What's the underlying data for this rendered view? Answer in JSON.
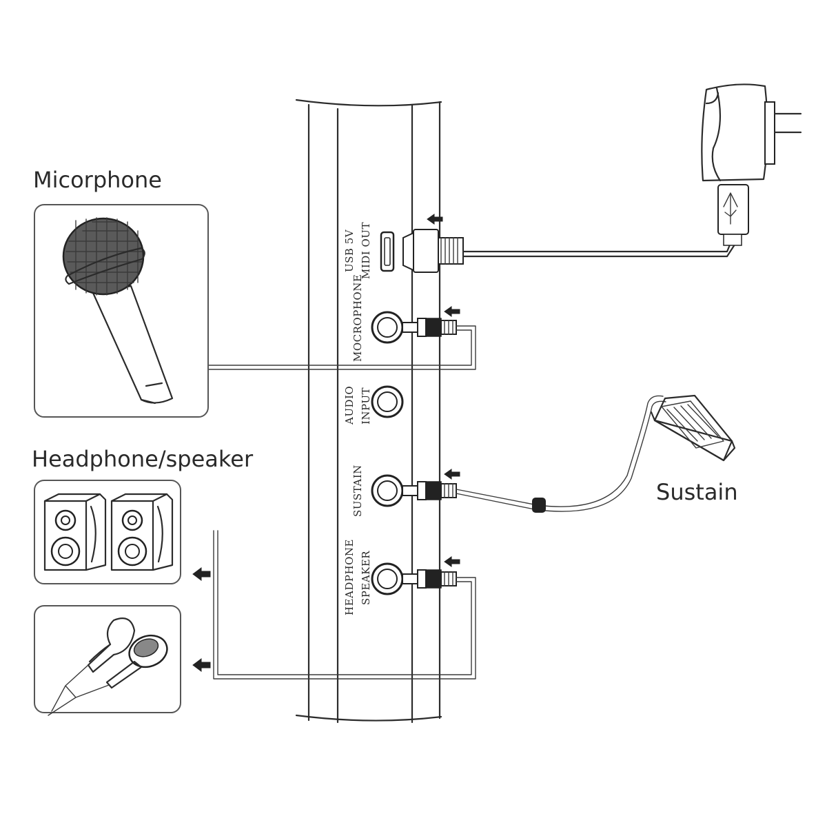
{
  "callouts": {
    "microphone": "Micorphone",
    "headphone_speaker": "Headphone/speaker",
    "sustain": "Sustain"
  },
  "ports": [
    {
      "line1": "USB 5V",
      "line2": "MIDI OUT"
    },
    {
      "line1": "MOCROPHONE",
      "line2": ""
    },
    {
      "line1": "AUDIO",
      "line2": "INPUT"
    },
    {
      "line1": "SUSTAIN",
      "line2": ""
    },
    {
      "line1": "HEADPHONE",
      "line2": "SPEAKER"
    }
  ],
  "colors": {
    "line": "#2b2b2b",
    "box_border": "#555555",
    "background": "#ffffff"
  }
}
